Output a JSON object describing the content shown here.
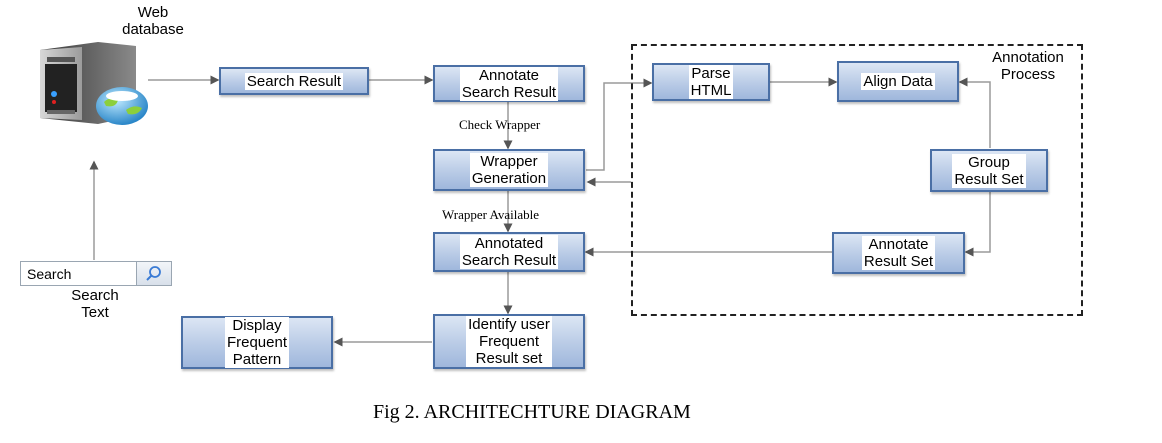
{
  "diagram": {
    "caption": "Fig 2. ARCHITECHTURE DIAGRAM",
    "web_database_label": "Web\ndatabase",
    "search": {
      "value": "Search",
      "placeholder": "Search",
      "label": "Search\nText"
    },
    "nodes": {
      "search_result": "Search Result",
      "annotate_search_result": "Annotate\nSearch Result",
      "wrapper_generation": "Wrapper\nGeneration",
      "annotated_search_result": "Annotated\nSearch Result",
      "identify_user_frequent": "Identify user\nFrequent\nResult set",
      "display_frequent_pattern": "Display\nFrequent\nPattern",
      "parse_html": "Parse\nHTML",
      "align_data": "Align Data",
      "group_result_set": "Group\nResult Set",
      "annotate_result_set": "Annotate\nResult Set"
    },
    "edge_labels": {
      "check_wrapper": "Check Wrapper",
      "wrapper_available": "Wrapper Available"
    },
    "group_label": "Annotation\nProcess",
    "colors": {
      "box_border": "#4a6fa5",
      "box_fill": "#b9cbe6",
      "connector": "#8c8c8c"
    }
  }
}
